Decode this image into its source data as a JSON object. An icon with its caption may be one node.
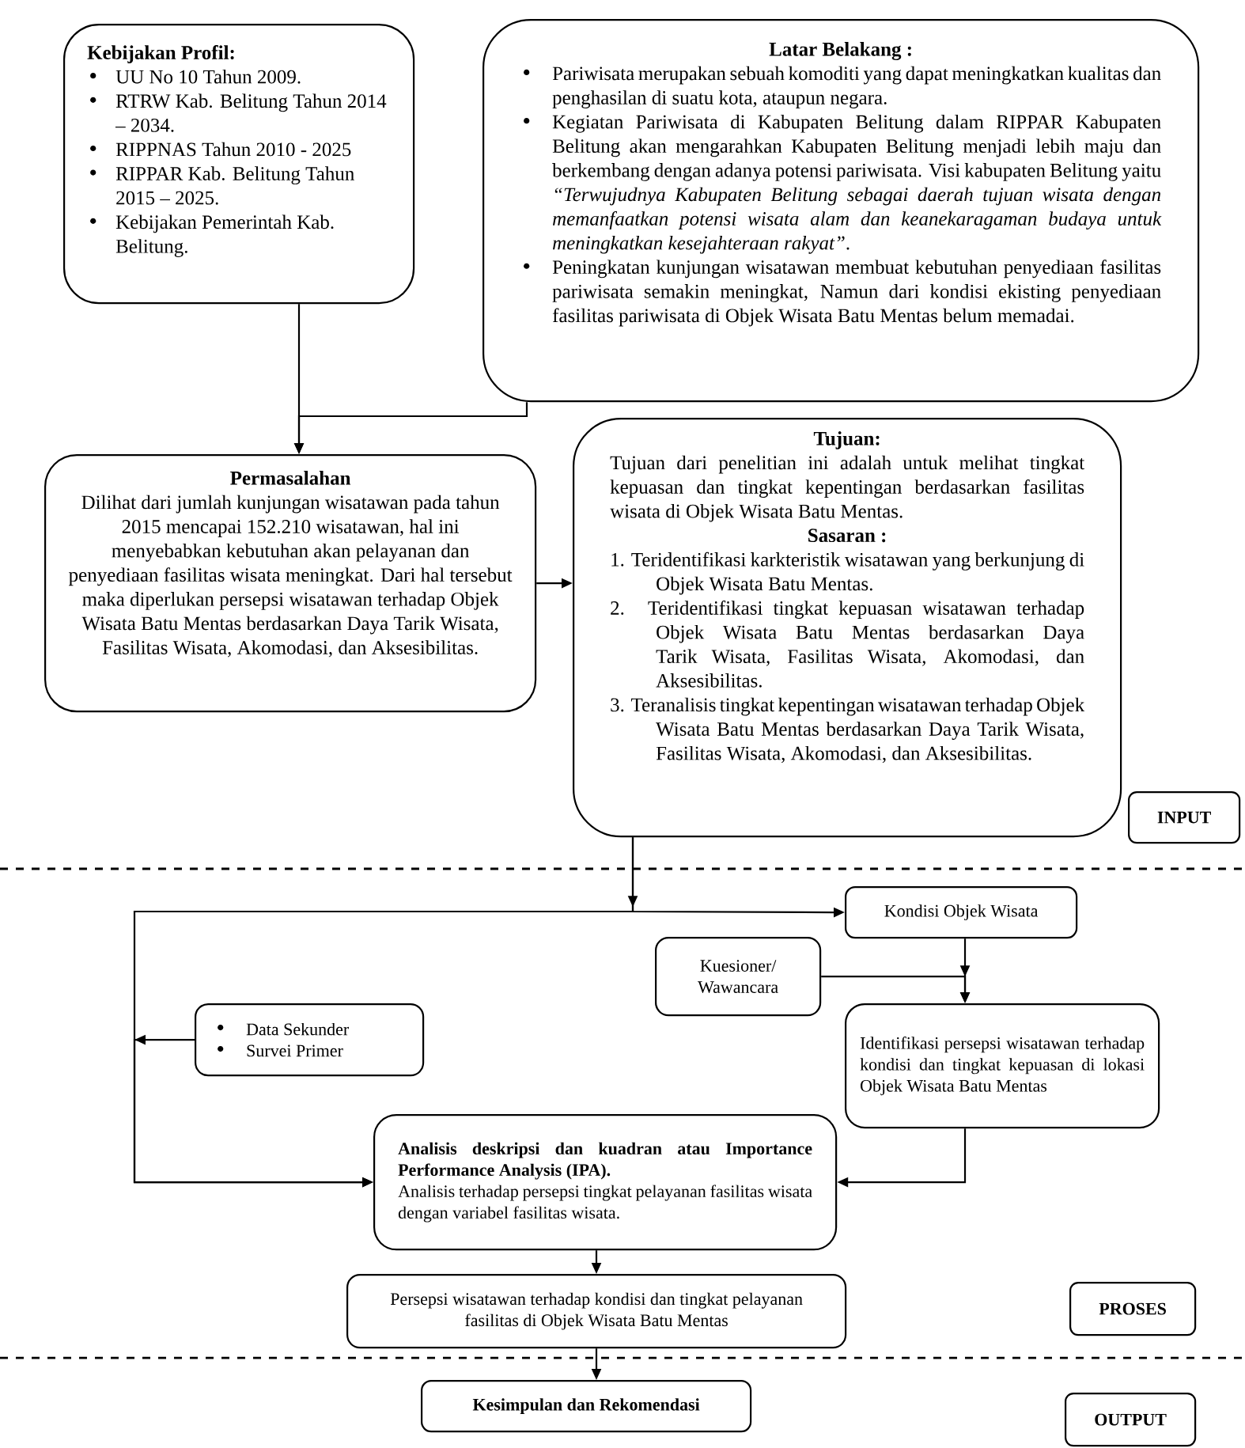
{
  "diagram": {
    "nodes": [
      {
        "text": [
          "Kebijakan Profil:",
          "UU No 10 Tahun 2009.",
          "RTRW Kab. Belitung Tahun 2014 – 2034.",
          "RIPPNAS Tahun 2010 - 2025",
          "RIPPAR Kab. Belitung Tahun 2015 – 2025.",
          "Kebijakan Pemerintah Kab. Belitung."
        ]
      },
      {
        "text": [
          "Latar Belakang :",
          "Pariwisata merupakan sebuah komoditi yang dapat meningkatkan kualitas dan penghasilan di suatu kota, ataupun negara.",
          "Kegiatan Pariwisata di Kabupaten Belitung dalam RIPPAR Kabupaten Belitung akan mengarahkan Kabupaten Belitung menjadi lebih maju dan berkembang dengan adanya potensi pariwisata. Visi kabupaten Belitung yaitu *“Terwujudnya Kabupaten Belitung sebagai daerah tujuan wisata dengan memanfaatkan potensi wisata alam dan keanekaragaman budaya untuk meningkatkan kesejahteraan rakyat”*.",
          "Peningkatan kunjungan wisatawan membuat kebutuhan penyediaan fasilitas pariwisata semakin meningkat, Namun dari kondisi ekisting penyediaan fasilitas pariwisata di Objek Wisata Batu Mentas belum memadai."
        ]
      },
      {
        "text": [
          "Permasalahan",
          "Dilihat dari jumlah kunjungan wisatawan pada tahun 2015 mencapai 152.210 wisatawan, hal ini menyebabkan kebutuhan akan pelayanan dan penyediaan fasilitas wisata meningkat. Dari hal tersebut maka diperlukan persepsi wisatawan terhadap Objek Wisata Batu Mentas berdasarkan Daya Tarik Wisata, Fasilitas Wisata, Akomodasi, dan Aksesibilitas."
        ]
      },
      {
        "text": [
          "Tujuan:",
          "Tujuan dari penelitian ini adalah untuk melihat tingkat kepuasan dan tingkat kepentingan berdasarkan fasilitas wisata di Objek Wisata Batu Mentas.",
          "Sasaran :",
          "1. Teridentifikasi karkteristik wisatawan yang berkunjung di Objek Wisata Batu Mentas.",
          "2. Teridentifikasi tingkat kepuasan wisatawan terhadap Objek Wisata Batu Mentas berdasarkan Daya Tarik Wisata, Fasilitas Wisata, Akomodasi, dan Aksesibilitas.",
          "3. Teranalisis tingkat kepentingan wisatawan terhadap Objek Wisata Batu Mentas berdasarkan Daya Tarik Wisata, Fasilitas Wisata, Akomodasi, dan Aksesibilitas."
        ]
      },
      {
        "text": [
          "Kondisi Objek Wisata"
        ]
      },
      {
        "text": [
          "Kuesioner/ Wawancara"
        ]
      },
      {
        "text": [
          "Data Sekunder",
          "Survei Primer"
        ]
      },
      {
        "text": [
          "Identifikasi persepsi wisatawan terhadap kondisi dan tingkat kepuasan di lokasi Objek Wisata Batu Mentas"
        ]
      },
      {
        "text": [
          "Analisis deskripsi dan kuadran atau Importance Performance Analysis (IPA).",
          "Analisis terhadap persepsi tingkat pelayanan fasilitas wisata dengan variabel fasilitas wisata."
        ]
      },
      {
        "text": [
          "Persepsi wisatawan terhadap kondisi dan tingkat pelayanan fasilitas di Objek Wisata Batu Mentas"
        ]
      },
      {
        "text": [
          "Kesimpulan dan Rekomendasi"
        ]
      },
      {
        "text": [
          "INPUT"
        ]
      },
      {
        "text": [
          "PROSES"
        ]
      },
      {
        "text": [
          "OUTPUT"
        ]
      }
    ],
    "edges": [
      {
        "from": 0,
        "to": 2,
        "arrow": "to"
      },
      {
        "from": 1,
        "to": 2,
        "arrow": "to"
      },
      {
        "from": 2,
        "to": 3,
        "arrow": "to"
      },
      {
        "from": 3,
        "to": 4,
        "arrow": "to"
      },
      {
        "from": 3,
        "to": 8,
        "arrow": "to"
      },
      {
        "from": 6,
        "to": 8,
        "arrow": "to"
      },
      {
        "from": 4,
        "to": 7,
        "arrow": "to"
      },
      {
        "from": 5,
        "to": 7,
        "arrow": "to"
      },
      {
        "from": 7,
        "to": 8,
        "arrow": "to"
      },
      {
        "from": 8,
        "to": 9,
        "arrow": "to"
      },
      {
        "from": 9,
        "to": 10,
        "arrow": "to"
      }
    ]
  }
}
